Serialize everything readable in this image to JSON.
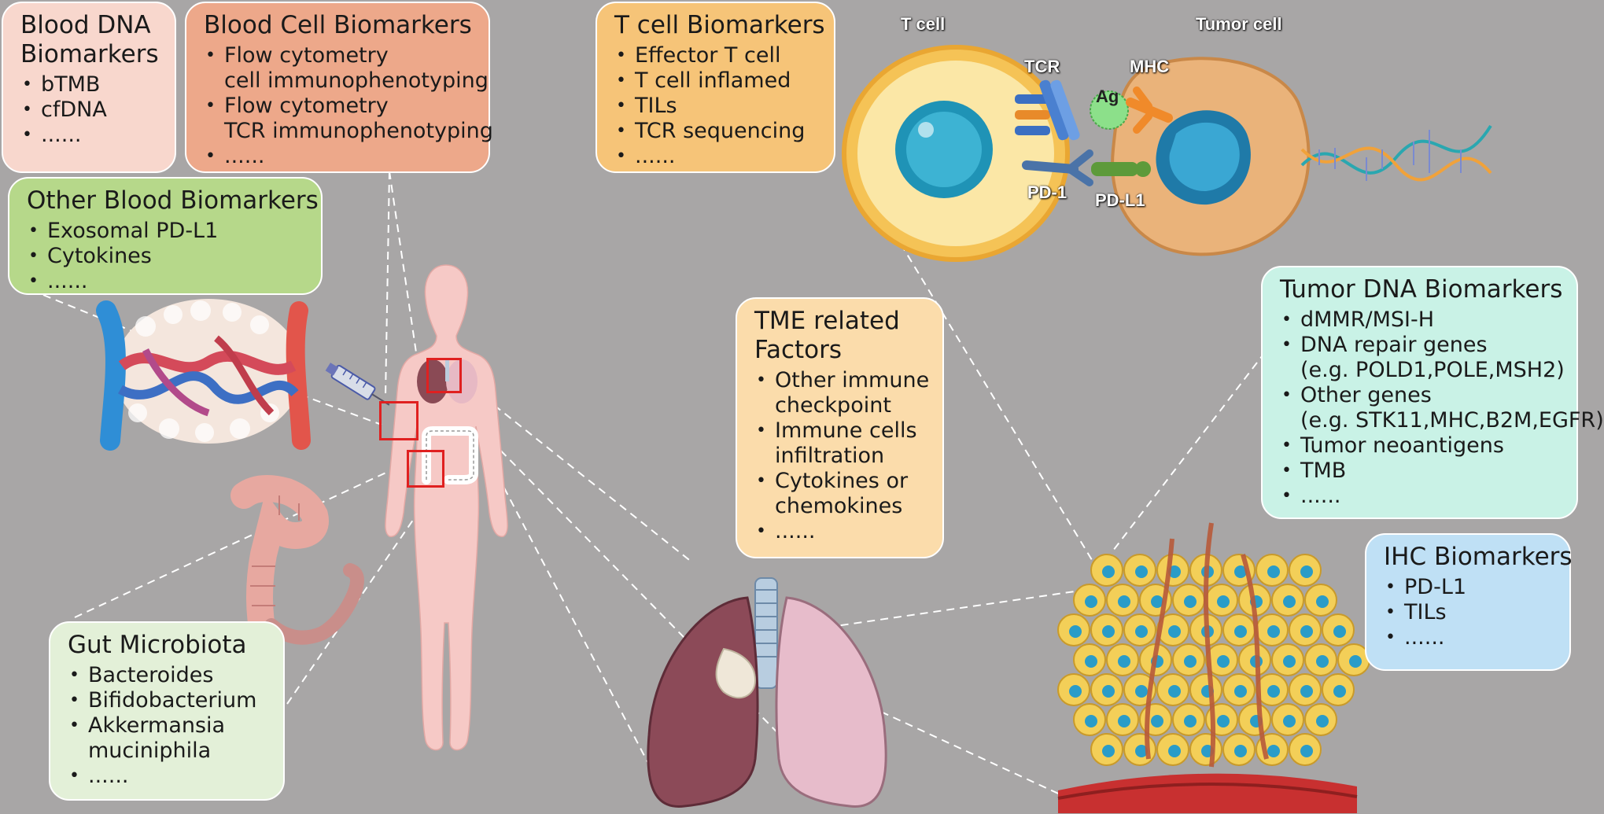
{
  "colors": {
    "background": "#a8a6a6",
    "blood_dna": "#f8d7cd",
    "blood_cell": "#eda88a",
    "other_blood": "#b6d88a",
    "gut": "#e3f0d8",
    "tcell_box": "#f6c478",
    "tme": "#fbdcab",
    "tumor_dna": "#c9f2e6",
    "ihc": "#bfe0f5",
    "highlight_square": "#e02020"
  },
  "boxes": {
    "blood_dna": {
      "title_lines": [
        "Blood DNA",
        "Biomarkers"
      ],
      "items": [
        [
          "bTMB"
        ],
        [
          "cfDNA"
        ],
        [
          "......"
        ]
      ]
    },
    "blood_cell": {
      "title_lines": [
        "Blood Cell Biomarkers"
      ],
      "items": [
        [
          "Flow cytometry",
          "cell immunophenotyping"
        ],
        [
          "Flow cytometry",
          "TCR immunophenotyping"
        ],
        [
          "......"
        ]
      ]
    },
    "other_blood": {
      "title_lines": [
        "Other Blood Biomarkers"
      ],
      "items": [
        [
          "Exosomal PD-L1"
        ],
        [
          "Cytokines"
        ],
        [
          "......"
        ]
      ]
    },
    "tcell": {
      "title_lines": [
        "T cell Biomarkers"
      ],
      "items": [
        [
          "Effector T cell"
        ],
        [
          "T cell inflamed"
        ],
        [
          "TILs"
        ],
        [
          "TCR sequencing"
        ],
        [
          "......"
        ]
      ]
    },
    "tme": {
      "title_lines": [
        "TME related",
        "Factors"
      ],
      "items": [
        [
          "Other immune",
          "checkpoint"
        ],
        [
          "Immune cells",
          "infiltration"
        ],
        [
          "Cytokines or",
          "chemokines"
        ],
        [
          "......"
        ]
      ]
    },
    "tumor_dna": {
      "title_lines": [
        "Tumor DNA Biomarkers"
      ],
      "items": [
        [
          "dMMR/MSI-H"
        ],
        [
          "DNA repair genes",
          "(e.g. POLD1,POLE,MSH2)"
        ],
        [
          "Other genes",
          "(e.g. STK11,MHC,B2M,EGFR)"
        ],
        [
          "Tumor neoantigens"
        ],
        [
          "TMB"
        ],
        [
          "......"
        ]
      ]
    },
    "ihc": {
      "title_lines": [
        "IHC Biomarkers"
      ],
      "items": [
        [
          "PD-L1"
        ],
        [
          "TILs"
        ],
        [
          "......"
        ]
      ]
    },
    "gut": {
      "title_lines": [
        "Gut Microbiota"
      ],
      "items": [
        [
          "Bacteroides"
        ],
        [
          "Bifidobacterium"
        ],
        [
          "Akkermansia",
          "muciniphila"
        ],
        [
          "......"
        ]
      ]
    }
  },
  "cell_labels": {
    "t_cell": "T cell",
    "tumor_cell": "Tumor cell",
    "tcr": "TCR",
    "mhc": "MHC",
    "ag": "Ag",
    "pd1": "PD-1",
    "pdl1": "PD-L1"
  },
  "icons": [
    "blood-vessel-icon",
    "syringe-icon",
    "human-body-icon",
    "colon-icon",
    "lungs-icon",
    "tumor-mass-icon",
    "t-cell-icon",
    "tumor-cell-icon",
    "dna-helix-icon",
    "tcr-receptor-icon",
    "mhc-receptor-icon",
    "antigen-icon",
    "pd1-receptor-icon",
    "pdl1-ligand-icon"
  ]
}
